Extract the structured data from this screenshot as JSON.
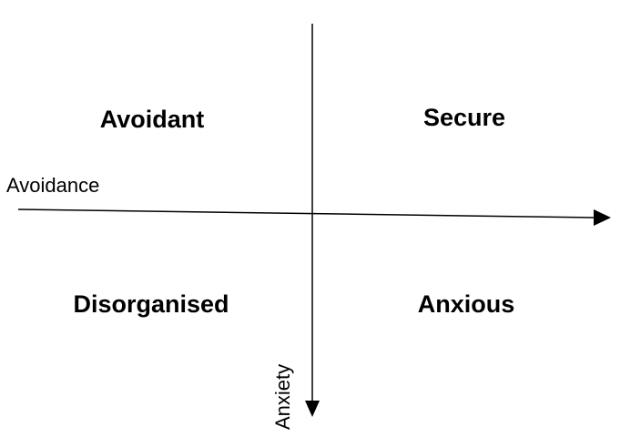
{
  "quadrants": {
    "top_left": "Avoidant",
    "top_right": "Secure",
    "bottom_left": "Disorganised",
    "bottom_right": "Anxious"
  },
  "axes": {
    "horizontal_label": "Avoidance",
    "vertical_label": "Anxiety"
  },
  "colors": {
    "line": "#000000",
    "text": "#000000",
    "background": "#ffffff"
  }
}
